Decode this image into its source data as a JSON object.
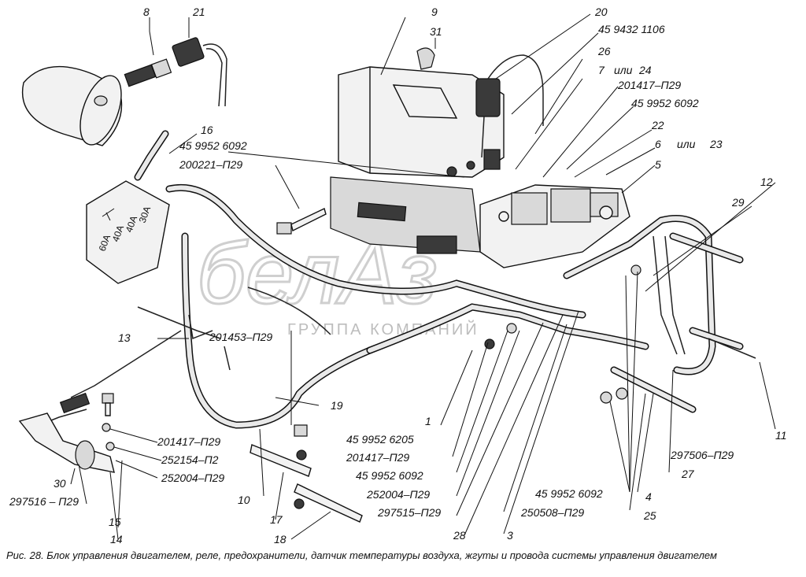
{
  "diagram": {
    "caption": "Рис. 28. Блок управления двигателем, реле, предохранители, датчик температуры воздуха, жгуты и провода системы управления двигателем",
    "watermark": {
      "logo": "белАз",
      "subtitle": "ГРУППА КОМПАНИЙ"
    },
    "labels": {
      "n1": "1",
      "n3": "3",
      "n4": "4",
      "n5": "5",
      "n6": "6",
      "n7": "7",
      "n8": "8",
      "n9": "9",
      "n10": "10",
      "n11": "11",
      "n12": "12",
      "n13": "13",
      "n14": "14",
      "n15": "15",
      "n16": "16",
      "n17": "17",
      "n18": "18",
      "n19": "19",
      "n20": "20",
      "n21": "21",
      "n22": "22",
      "n23": "23",
      "n24": "24",
      "n25": "25",
      "n26": "26",
      "n27": "27",
      "n28": "28",
      "n29": "29",
      "n30": "30",
      "n31": "31",
      "ili1": "или",
      "ili2": "или",
      "p_45_94321106": "45 9432 1106",
      "p_201417_top": "201417–П29",
      "p_45_99526092_a": "45 9952 6092",
      "p_45_99526092_b": "45 9952 6092",
      "p_200221": "200221–П29",
      "p_201453": "201453–П29",
      "p_201417_left": "201417–П29",
      "p_252154": "252154–П2",
      "p_252004_left": "252004–П29",
      "p_297516": "297516 – П29",
      "p_45_99526205": "45 9952 6205",
      "p_201417_mid": "201417–П29",
      "p_45_99526092_c": "45 9952 6092",
      "p_252004_mid": "252004–П29",
      "p_297515": "297515–П29",
      "p_45_99526092_d": "45 9952 6092",
      "p_250508": "250508–П29",
      "p_297506": "297506–П29"
    },
    "fuse_block": {
      "f1": "60А",
      "f2": "40А",
      "f3": "40А",
      "f4": "30А"
    }
  }
}
